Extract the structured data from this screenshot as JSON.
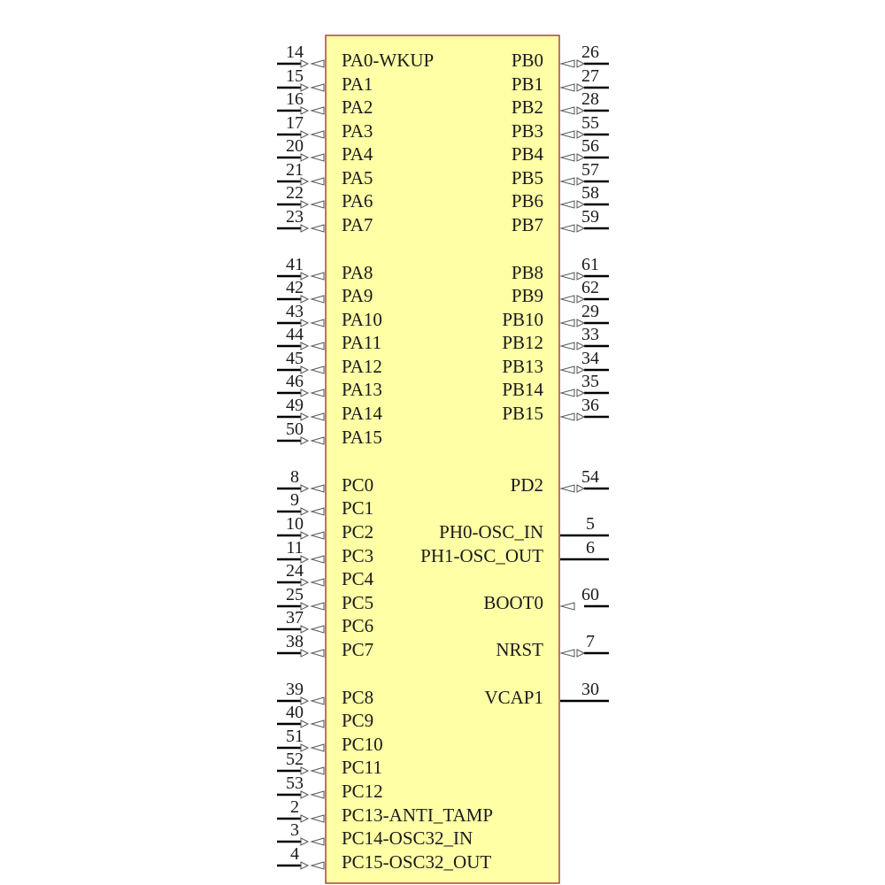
{
  "colors": {
    "body_fill": "#ffffa6",
    "body_stroke": "#8b1a1a",
    "pin_line": "#000000",
    "pin_symbol": "#555555",
    "text": "#1a1a1a"
  },
  "left_pins": [
    {
      "num": "14",
      "name": "PA0-WKUP",
      "type": "bidir"
    },
    {
      "num": "15",
      "name": "PA1",
      "type": "bidir"
    },
    {
      "num": "16",
      "name": "PA2",
      "type": "bidir"
    },
    {
      "num": "17",
      "name": "PA3",
      "type": "bidir"
    },
    {
      "num": "20",
      "name": "PA4",
      "type": "bidir"
    },
    {
      "num": "21",
      "name": "PA5",
      "type": "bidir"
    },
    {
      "num": "22",
      "name": "PA6",
      "type": "bidir"
    },
    {
      "num": "23",
      "name": "PA7",
      "type": "bidir"
    },
    {
      "num": "41",
      "name": "PA8",
      "type": "bidir"
    },
    {
      "num": "42",
      "name": "PA9",
      "type": "bidir"
    },
    {
      "num": "43",
      "name": "PA10",
      "type": "bidir"
    },
    {
      "num": "44",
      "name": "PA11",
      "type": "bidir"
    },
    {
      "num": "45",
      "name": "PA12",
      "type": "bidir"
    },
    {
      "num": "46",
      "name": "PA13",
      "type": "bidir"
    },
    {
      "num": "49",
      "name": "PA14",
      "type": "bidir"
    },
    {
      "num": "50",
      "name": "PA15",
      "type": "bidir"
    },
    {
      "num": "8",
      "name": "PC0",
      "type": "bidir"
    },
    {
      "num": "9",
      "name": "PC1",
      "type": "bidir"
    },
    {
      "num": "10",
      "name": "PC2",
      "type": "bidir"
    },
    {
      "num": "11",
      "name": "PC3",
      "type": "bidir"
    },
    {
      "num": "24",
      "name": "PC4",
      "type": "bidir"
    },
    {
      "num": "25",
      "name": "PC5",
      "type": "bidir"
    },
    {
      "num": "37",
      "name": "PC6",
      "type": "bidir"
    },
    {
      "num": "38",
      "name": "PC7",
      "type": "bidir"
    },
    {
      "num": "39",
      "name": "PC8",
      "type": "bidir"
    },
    {
      "num": "40",
      "name": "PC9",
      "type": "bidir"
    },
    {
      "num": "51",
      "name": "PC10",
      "type": "bidir"
    },
    {
      "num": "52",
      "name": "PC11",
      "type": "bidir"
    },
    {
      "num": "53",
      "name": "PC12",
      "type": "bidir"
    },
    {
      "num": "2",
      "name": "PC13-ANTI_TAMP",
      "type": "bidir"
    },
    {
      "num": "3",
      "name": "PC14-OSC32_IN",
      "type": "bidir"
    },
    {
      "num": "4",
      "name": "PC15-OSC32_OUT",
      "type": "bidir"
    }
  ],
  "right_pins": [
    {
      "num": "26",
      "name": "PB0",
      "type": "bidir"
    },
    {
      "num": "27",
      "name": "PB1",
      "type": "bidir"
    },
    {
      "num": "28",
      "name": "PB2",
      "type": "bidir"
    },
    {
      "num": "55",
      "name": "PB3",
      "type": "bidir"
    },
    {
      "num": "56",
      "name": "PB4",
      "type": "bidir"
    },
    {
      "num": "57",
      "name": "PB5",
      "type": "bidir"
    },
    {
      "num": "58",
      "name": "PB6",
      "type": "bidir"
    },
    {
      "num": "59",
      "name": "PB7",
      "type": "bidir"
    },
    {
      "num": "61",
      "name": "PB8",
      "type": "bidir"
    },
    {
      "num": "62",
      "name": "PB9",
      "type": "bidir"
    },
    {
      "num": "29",
      "name": "PB10",
      "type": "bidir"
    },
    {
      "num": "33",
      "name": "PB12",
      "type": "bidir"
    },
    {
      "num": "34",
      "name": "PB13",
      "type": "bidir"
    },
    {
      "num": "35",
      "name": "PB14",
      "type": "bidir"
    },
    {
      "num": "36",
      "name": "PB15",
      "type": "bidir"
    },
    {
      "num": "54",
      "name": "PD2",
      "type": "bidir"
    },
    {
      "num": "5",
      "name": "PH0-OSC_IN",
      "type": "plain"
    },
    {
      "num": "6",
      "name": "PH1-OSC_OUT",
      "type": "plain"
    },
    {
      "num": "60",
      "name": "BOOT0",
      "type": "input"
    },
    {
      "num": "7",
      "name": "NRST",
      "type": "bidir"
    },
    {
      "num": "30",
      "name": "VCAP1",
      "type": "plain"
    }
  ]
}
